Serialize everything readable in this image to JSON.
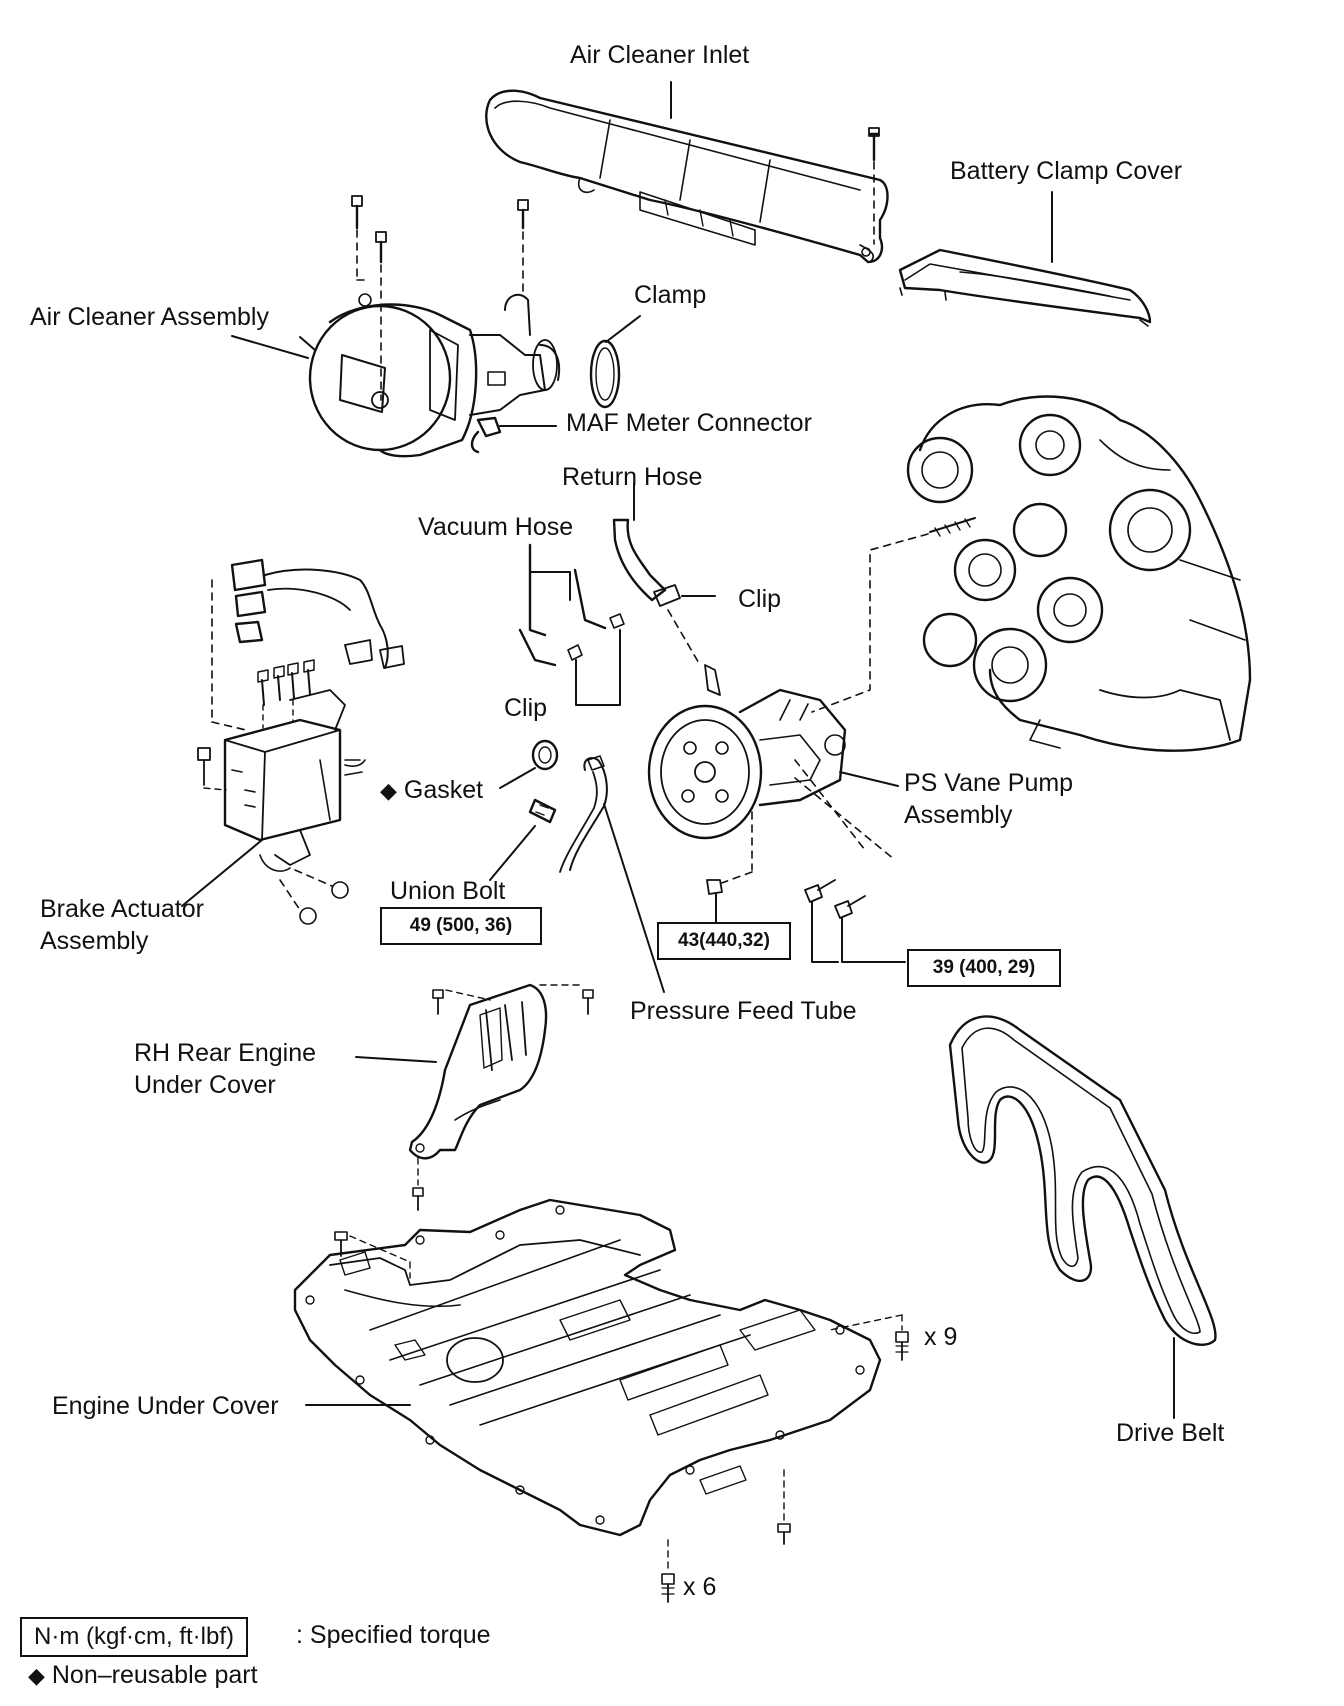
{
  "labels": {
    "air_cleaner_inlet": "Air Cleaner Inlet",
    "battery_clamp_cover": "Battery Clamp Cover",
    "air_cleaner_assembly": "Air Cleaner Assembly",
    "clamp": "Clamp",
    "maf_meter_connector": "MAF Meter Connector",
    "return_hose": "Return Hose",
    "vacuum_hose": "Vacuum Hose",
    "clip_upper": "Clip",
    "clip_lower": "Clip",
    "gasket": "Gasket",
    "ps_vane_pump_line1": "PS Vane Pump",
    "ps_vane_pump_line2": "Assembly",
    "brake_actuator_line1": "Brake Actuator",
    "brake_actuator_line2": "Assembly",
    "union_bolt": "Union Bolt",
    "pressure_feed_tube": "Pressure Feed Tube",
    "rh_rear_cover_line1": "RH Rear Engine",
    "rh_rear_cover_line2": "Under Cover",
    "engine_under_cover": "Engine Under Cover",
    "drive_belt": "Drive Belt",
    "qty_x9": "x 9",
    "qty_x6": "x 6"
  },
  "torques": {
    "union_bolt": "49 (500, 36)",
    "pump_nut": "43(440,32)",
    "pump_bolts": "39 (400, 29)"
  },
  "legend": {
    "torque_box": "N·m (kgf·cm, ft·lbf)",
    "torque_desc": ": Specified torque",
    "non_reusable": "Non–reusable part"
  },
  "symbols": {
    "non_reusable_marker": "◆"
  }
}
